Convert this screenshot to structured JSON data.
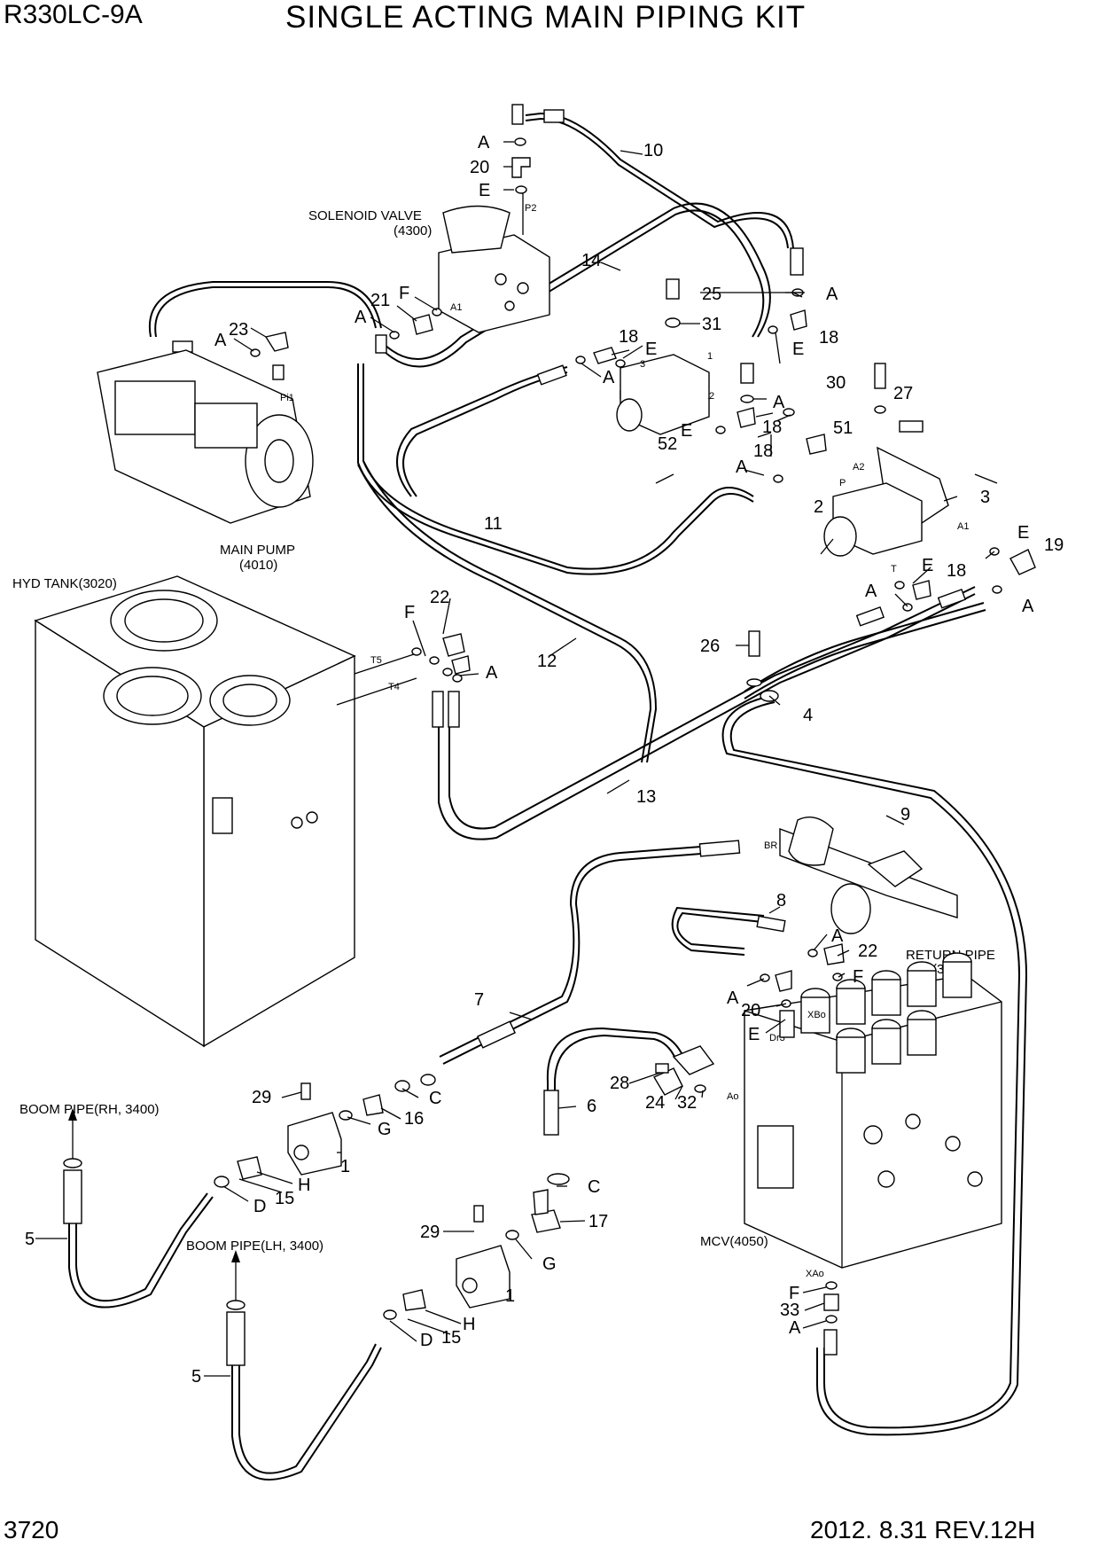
{
  "header": {
    "model": "R330LC-9A",
    "title": "SINGLE ACTING MAIN PIPING KIT"
  },
  "footer": {
    "page_number": "3720",
    "revision": "2012. 8.31  REV.12H"
  },
  "components": {
    "solenoid_valve": "SOLENOID VALVE",
    "solenoid_valve_code": "(4300)",
    "main_pump": "MAIN PUMP",
    "main_pump_code": "(4010)",
    "hyd_tank": "HYD TANK(3020)",
    "return_pipe": "RETURN PIPE",
    "return_pipe_code": "(3100)",
    "boom_pipe_rh": "BOOM PIPE(RH, 3400)",
    "boom_pipe_lh": "BOOM PIPE(LH, 3400)",
    "mcv": "MCV(4050)"
  },
  "ports": {
    "p2": "P2",
    "a1": "A1",
    "pi1": "Pi1",
    "t5": "T5",
    "t4": "T4",
    "p1_block": "1",
    "p2_block": "2",
    "p3_block": "3",
    "a2": "A2",
    "p": "P",
    "a1_valve": "A1",
    "t": "T",
    "br": "BR",
    "xbo": "XBo",
    "dr3": "Dr3",
    "ao": "Ao",
    "xao": "XAo"
  },
  "callouts": [
    {
      "id": "c1",
      "text": "A"
    },
    {
      "id": "c2",
      "text": "20"
    },
    {
      "id": "c3",
      "text": "E"
    },
    {
      "id": "c4",
      "text": "10"
    },
    {
      "id": "c5",
      "text": "14"
    },
    {
      "id": "c6",
      "text": "21"
    },
    {
      "id": "c7",
      "text": "F"
    },
    {
      "id": "c8",
      "text": "A"
    },
    {
      "id": "c9",
      "text": "23"
    },
    {
      "id": "c10",
      "text": "A"
    },
    {
      "id": "c11",
      "text": "25"
    },
    {
      "id": "c12",
      "text": "A"
    },
    {
      "id": "c13",
      "text": "31"
    },
    {
      "id": "c14",
      "text": "18"
    },
    {
      "id": "c15",
      "text": "18"
    },
    {
      "id": "c16",
      "text": "E"
    },
    {
      "id": "c17",
      "text": "E"
    },
    {
      "id": "c18",
      "text": "A"
    },
    {
      "id": "c19",
      "text": "A"
    },
    {
      "id": "c20",
      "text": "30"
    },
    {
      "id": "c21",
      "text": "27"
    },
    {
      "id": "c22",
      "text": "E"
    },
    {
      "id": "c23",
      "text": "18"
    },
    {
      "id": "c24",
      "text": "52"
    },
    {
      "id": "c25",
      "text": "51"
    },
    {
      "id": "c26",
      "text": "18"
    },
    {
      "id": "c27",
      "text": "A"
    },
    {
      "id": "c28",
      "text": "3"
    },
    {
      "id": "c29",
      "text": "2"
    },
    {
      "id": "c30",
      "text": "11"
    },
    {
      "id": "c31",
      "text": "E"
    },
    {
      "id": "c32",
      "text": "19"
    },
    {
      "id": "c33",
      "text": "E"
    },
    {
      "id": "c34",
      "text": "18"
    },
    {
      "id": "c35",
      "text": "A"
    },
    {
      "id": "c36",
      "text": "A"
    },
    {
      "id": "c37",
      "text": "22"
    },
    {
      "id": "c38",
      "text": "F"
    },
    {
      "id": "c39",
      "text": "A"
    },
    {
      "id": "c40",
      "text": "12"
    },
    {
      "id": "c41",
      "text": "26"
    },
    {
      "id": "c42",
      "text": "4"
    },
    {
      "id": "c43",
      "text": "13"
    },
    {
      "id": "c44",
      "text": "9"
    },
    {
      "id": "c45",
      "text": "8"
    },
    {
      "id": "c46",
      "text": "A"
    },
    {
      "id": "c47",
      "text": "22"
    },
    {
      "id": "c48",
      "text": "F"
    },
    {
      "id": "c49",
      "text": "A"
    },
    {
      "id": "c50",
      "text": "20"
    },
    {
      "id": "c51",
      "text": "E"
    },
    {
      "id": "c52",
      "text": "7"
    },
    {
      "id": "c53",
      "text": "28"
    },
    {
      "id": "c54",
      "text": "24"
    },
    {
      "id": "c55",
      "text": "32"
    },
    {
      "id": "c56",
      "text": "6"
    },
    {
      "id": "c57",
      "text": "29"
    },
    {
      "id": "c58",
      "text": "C"
    },
    {
      "id": "c59",
      "text": "16"
    },
    {
      "id": "c60",
      "text": "G"
    },
    {
      "id": "c61",
      "text": "1"
    },
    {
      "id": "c62",
      "text": "H"
    },
    {
      "id": "c63",
      "text": "15"
    },
    {
      "id": "c64",
      "text": "D"
    },
    {
      "id": "c65",
      "text": "5"
    },
    {
      "id": "c66",
      "text": "C"
    },
    {
      "id": "c67",
      "text": "17"
    },
    {
      "id": "c68",
      "text": "29"
    },
    {
      "id": "c69",
      "text": "G"
    },
    {
      "id": "c70",
      "text": "1"
    },
    {
      "id": "c71",
      "text": "H"
    },
    {
      "id": "c72",
      "text": "15"
    },
    {
      "id": "c73",
      "text": "D"
    },
    {
      "id": "c74",
      "text": "5"
    },
    {
      "id": "c75",
      "text": "F"
    },
    {
      "id": "c76",
      "text": "33"
    },
    {
      "id": "c77",
      "text": "A"
    }
  ]
}
